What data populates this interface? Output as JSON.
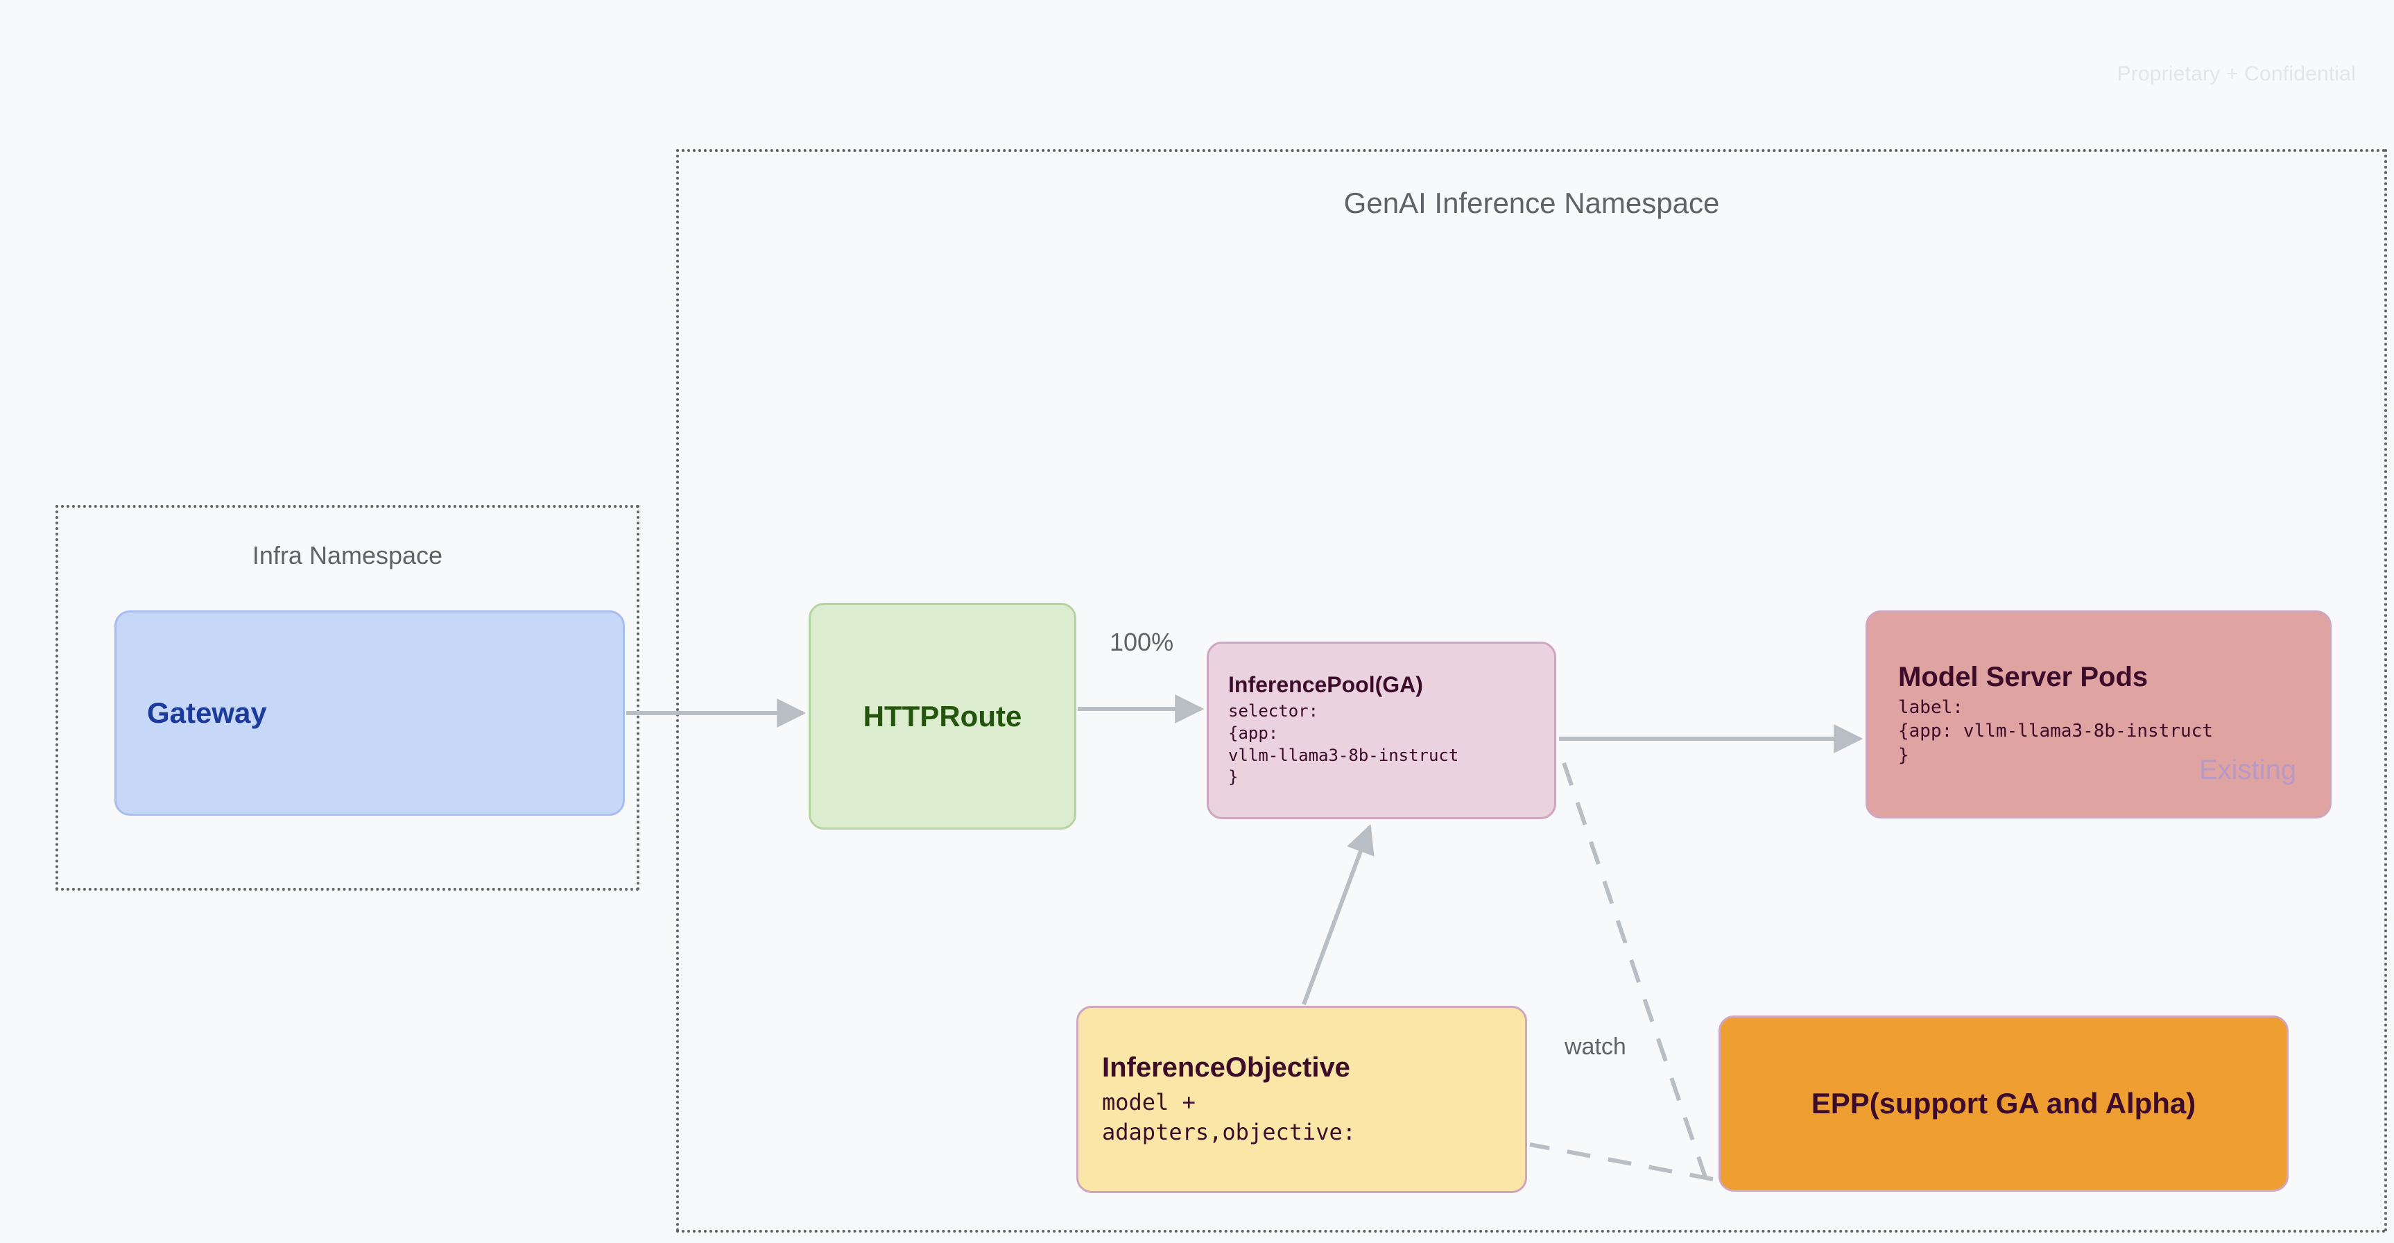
{
  "page": {
    "confidential_note": "Proprietary + Confidential",
    "background_color": "#f8f9fa"
  },
  "namespaces": [
    {
      "id": "infra",
      "title": "Infra Namespace",
      "border_style": "dotted",
      "border_color": "#5f6368"
    },
    {
      "id": "genai",
      "title": "GenAI Inference Namespace",
      "border_style": "dotted",
      "border_color": "#5f6368"
    }
  ],
  "nodes": {
    "gateway": {
      "title": "Gateway",
      "fill": "#c7d7f7",
      "text_color": "#1a3a9c"
    },
    "httproute": {
      "title": "HTTPRoute",
      "fill": "#dcecce",
      "text_color": "#24550f"
    },
    "inference_pool": {
      "title": "InferencePool(GA)",
      "body": "selector:\n{app:\nvllm-llama3-8b-instruct\n}",
      "fill": "#ead3de",
      "text_color": "#3d0c2a"
    },
    "model_server_pods": {
      "title": "Model Server Pods",
      "body": "label:\n{app: vllm-llama3-8b-instruct\n}",
      "tag": "Existing",
      "fill": "#dfa3a1",
      "text_color": "#3d0c2a",
      "tag_color": "#b898c4"
    },
    "inference_objective": {
      "title": "InferenceObjective",
      "body": "model +\nadapters,objective:",
      "fill": "#fae6a7",
      "text_color": "#3d0c2a"
    },
    "epp": {
      "title": "EPP(support GA and Alpha)",
      "fill": "#ef9e32",
      "text_color": "#3d0c2a"
    }
  },
  "edges": {
    "gateway_to_httproute": {
      "label": "",
      "style": "solid"
    },
    "httproute_to_pool": {
      "label": "100%",
      "style": "solid"
    },
    "pool_to_pods": {
      "label": "",
      "style": "solid"
    },
    "objective_to_pool": {
      "label": "",
      "style": "solid"
    },
    "epp_watch_pool": {
      "label": "watch",
      "style": "dashed"
    },
    "epp_to_objective": {
      "label": "",
      "style": "dashed"
    }
  }
}
